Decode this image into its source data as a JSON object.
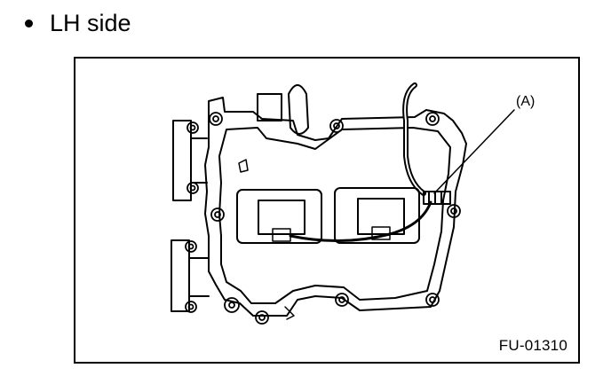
{
  "heading": {
    "bullet": "•",
    "text": "LH side"
  },
  "figure": {
    "callout_label": "(A)",
    "figure_code": "FU-01310"
  }
}
